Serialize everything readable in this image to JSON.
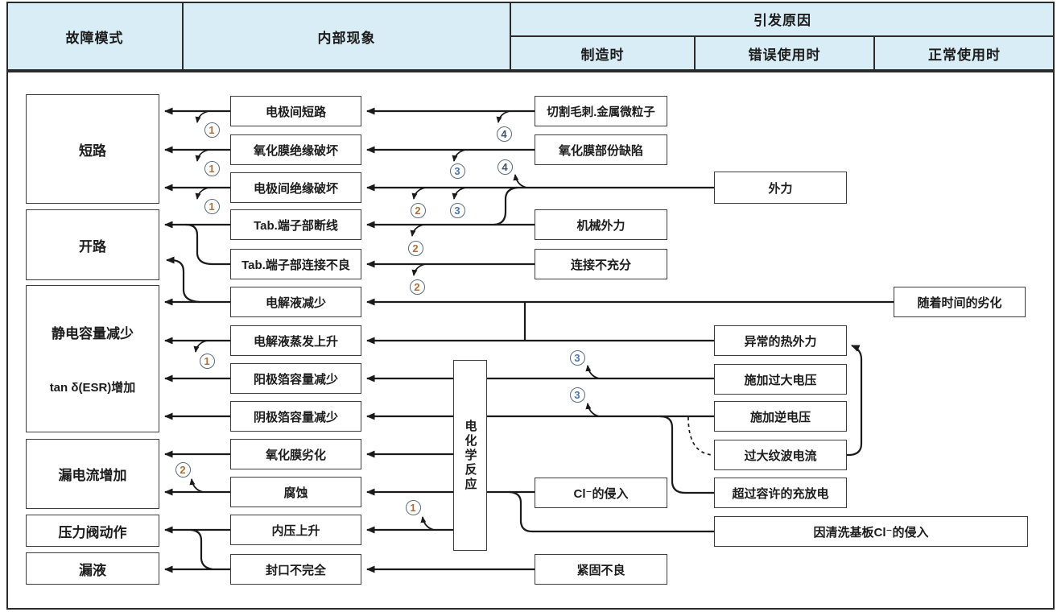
{
  "header": {
    "fault_mode": "故障模式",
    "internal_phenomenon": "内部现象",
    "trigger_cause": "引发原因",
    "when_manufacturing": "制造时",
    "when_misuse": "错误使用时",
    "when_normal_use": "正常使用时"
  },
  "fault_modes": {
    "short_circuit": "短路",
    "open_circuit": "开路",
    "capacitance_decrease": "静电容量减少",
    "esr_increase": "tan δ(ESR)增加",
    "leakage_current_increase": "漏电流增加",
    "pressure_valve_action": "压力阀动作",
    "liquid_leak": "漏液"
  },
  "internal": {
    "electrode_short": "电极间短路",
    "oxide_film_insulation_break": "氧化膜绝缘破坏",
    "electrode_insulation_break": "电极间绝缘破坏",
    "tab_terminal_wire_break": "Tab.端子部断线",
    "tab_terminal_bad_connection": "Tab.端子部连接不良",
    "electrolyte_decrease": "电解液减少",
    "electrolyte_evaporation_rise": "电解液蒸发上升",
    "anode_foil_capacity_decrease": "阳极箔容量减少",
    "cathode_foil_capacity_decrease": "阴极箔容量减少",
    "oxide_film_degradation": "氧化膜劣化",
    "corrosion": "腐蚀",
    "internal_pressure_rise": "内压上升",
    "seal_incomplete": "封口不完全",
    "electrochemical_reaction": "电化学反应"
  },
  "manufacturing": {
    "cutting_burr_metal_particles": "切割毛刺.金属微粒子",
    "oxide_film_partial_defect": "氧化膜部份缺陷",
    "mechanical_external_force": "机械外力",
    "insufficient_connection": "连接不充分",
    "cl_invasion": "Cl⁻的侵入",
    "bad_tightening": "紧固不良"
  },
  "misuse": {
    "external_force": "外力",
    "abnormal_thermal_force": "异常的热外力",
    "excessive_voltage": "施加过大电压",
    "reverse_voltage": "施加逆电压",
    "excessive_ripple_current": "过大纹波电流",
    "over_allowed_charge_discharge": "超过容许的充放电",
    "board_cleaning_cl_invasion": "因清洗基板Cl⁻的侵入"
  },
  "normal_use": {
    "degradation_over_time": "随着时间的劣化"
  },
  "markers": {
    "m1": "1",
    "m2": "2",
    "m3": "3",
    "m4": "4"
  }
}
